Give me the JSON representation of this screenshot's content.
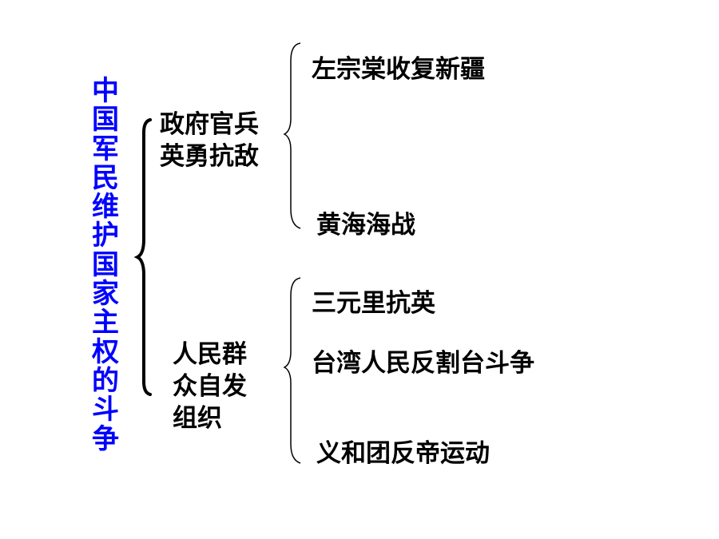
{
  "diagram": {
    "root": "中国军民维护国家主权的斗争",
    "colors": {
      "root": "#0000ff",
      "text": "#000000"
    },
    "groups": [
      {
        "label_lines": [
          "政府官兵",
          "英勇抗敌"
        ],
        "items": [
          "左宗棠收复新疆",
          "黄海海战"
        ]
      },
      {
        "label_lines": [
          "人民群",
          "众自发",
          "组织"
        ],
        "items": [
          "三元里抗英",
          "台湾人民反割台斗争",
          "义和团反帝运动"
        ]
      }
    ]
  }
}
